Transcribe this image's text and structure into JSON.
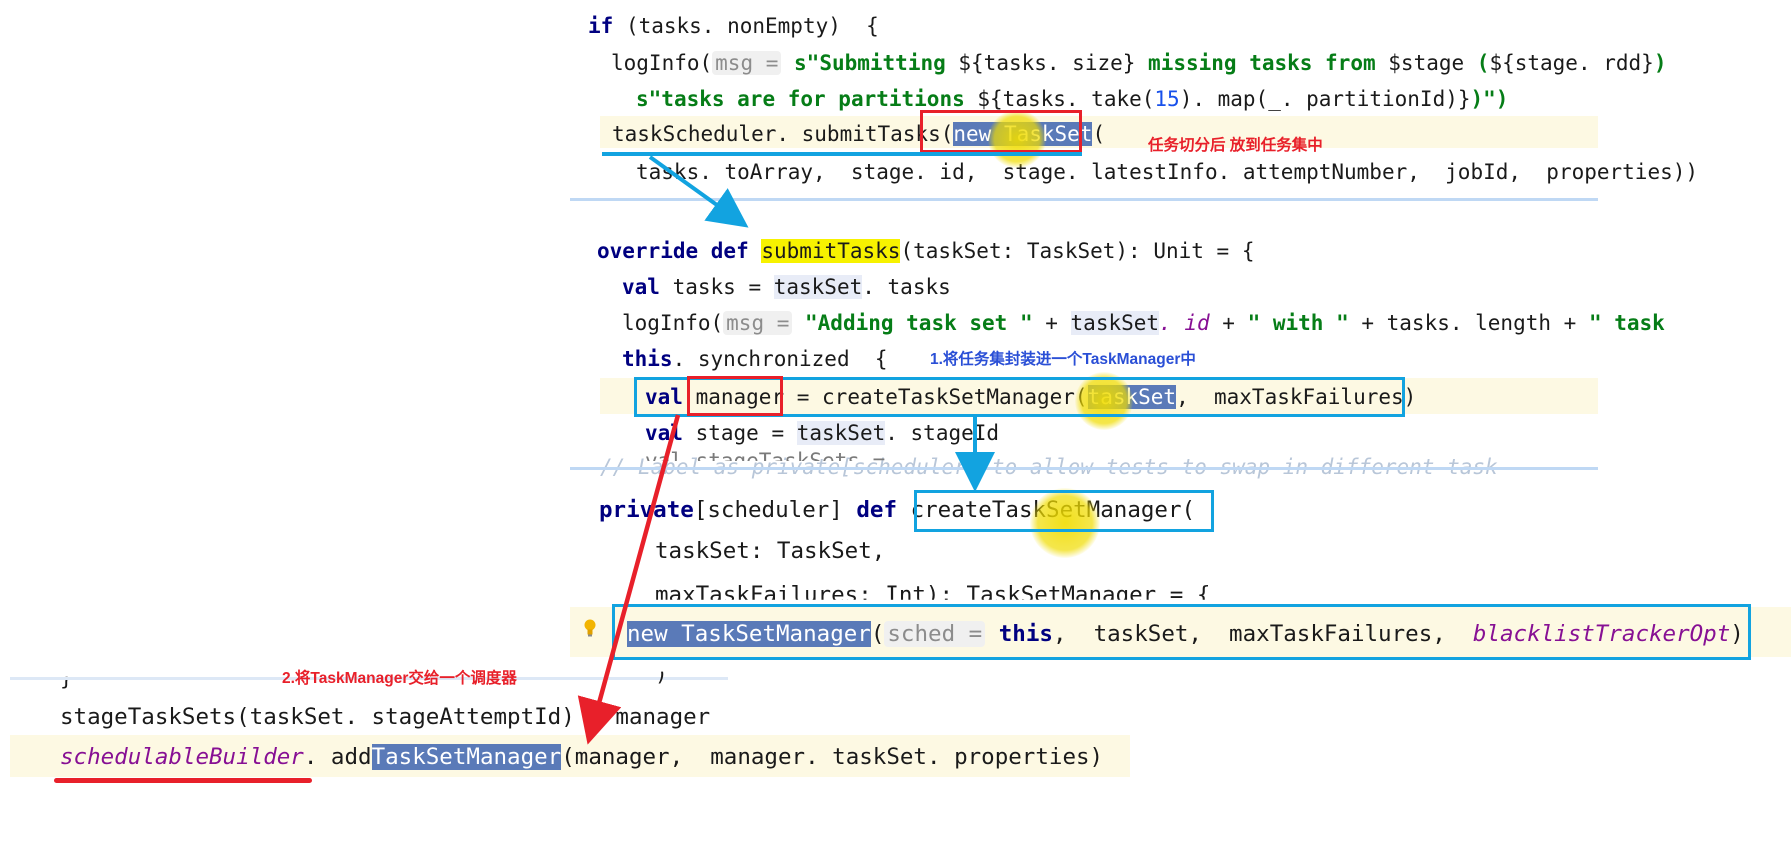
{
  "code_top": {
    "line1": {
      "kw": "if",
      "rest": " (tasks. nonEmpty)  {"
    },
    "line2": {
      "fn": "logInfo(",
      "hint": "msg =",
      "s": " s",
      "str1": "\"Submitting ",
      "i1": "${tasks. size}",
      "str2": " missing tasks from ",
      "i2": "$stage",
      "str3": " (",
      "i3": "${stage. rdd}",
      "trail": ")"
    },
    "line3": {
      "s": "s",
      "str1": "\"tasks are for partitions ",
      "i1a": "${tasks. take(",
      "num": "15",
      "i1b": "). map(_. partitionId)}",
      "str2": ")\")"
    },
    "line4": {
      "pre": "taskScheduler. submitTasks(",
      "sel": "new TaskSet",
      "post": "("
    },
    "line5": {
      "text": "tasks. toArray,  stage. id,  stage. latestInfo. attemptNumber,  jobId,  properties))"
    }
  },
  "code_mid": {
    "line1": {
      "kw": "override def ",
      "fn": "submitTasks",
      "rest": "(taskSet: TaskSet): Unit = {"
    },
    "line2": {
      "kw": "val",
      "rest1": " tasks = ",
      "ref": "taskSet",
      "rest2": ". tasks"
    },
    "line3": {
      "fn": "logInfo(",
      "hint": "msg =",
      "str1": " \"Adding task set \"",
      "op1": " + ",
      "ref": "taskSet",
      "id": ". id",
      "op2": " + ",
      "str2": "\" with \"",
      "op3": " + tasks. length + ",
      "str3": "\" task"
    },
    "line4": {
      "kw": "this",
      "rest": ". synchronized  {"
    },
    "line5": {
      "kw": "val",
      "name": "manager",
      "rest1": " = createTaskSetManager(",
      "sel": "taskSet",
      "rest2": ",  maxTaskFailures)"
    },
    "line6": {
      "kw": "val",
      "rest1": " stage = ",
      "ref": "taskSet",
      "rest2": ". stageId"
    },
    "ghost": "// Label as private[scheduler] to allow tests to swap in different task",
    "ghost2": "val stageTaskSets ="
  },
  "code_def": {
    "line1": {
      "kw1": "private",
      "rest1": "[scheduler] ",
      "kw2": "def ",
      "fn": "createTaskSetManager",
      "rest2": "("
    },
    "line2": {
      "text": "taskSet: TaskSet,"
    },
    "line3": {
      "text": "maxTaskFailures: Int): TaskSetManager = {"
    },
    "line4": {
      "sel": "new TaskSetManager",
      "rest1": "(",
      "hint": "sched =",
      "kw": " this",
      "rest2": ",  taskSet,  maxTaskFailures,  ",
      "ital": "blacklistTrackerOpt",
      "rest3": ")"
    }
  },
  "code_bottom": {
    "line0": "}",
    "line1": "stageTaskSets(taskSet. stageAttemptId) = manager",
    "line2": {
      "ital": "schedulableBuilder",
      "mid": ". add",
      "sel": "TaskSetManager",
      "rest": "(manager,  manager. taskSet. properties)"
    },
    "brace": ")"
  },
  "annotations": {
    "note_taskset": "任务切分后 放到任务集中",
    "note_step1": "1.将任务集封装进一个TaskManager中",
    "note_step2": "2.将TaskManager交给一个调度器"
  },
  "colors": {
    "arrow_blue": "#12a3e0",
    "arrow_red": "#e8202a",
    "selection": "#5a7ab8",
    "highlight": "#f7f200"
  },
  "icons": {
    "bulb": "lightbulb-icon"
  }
}
